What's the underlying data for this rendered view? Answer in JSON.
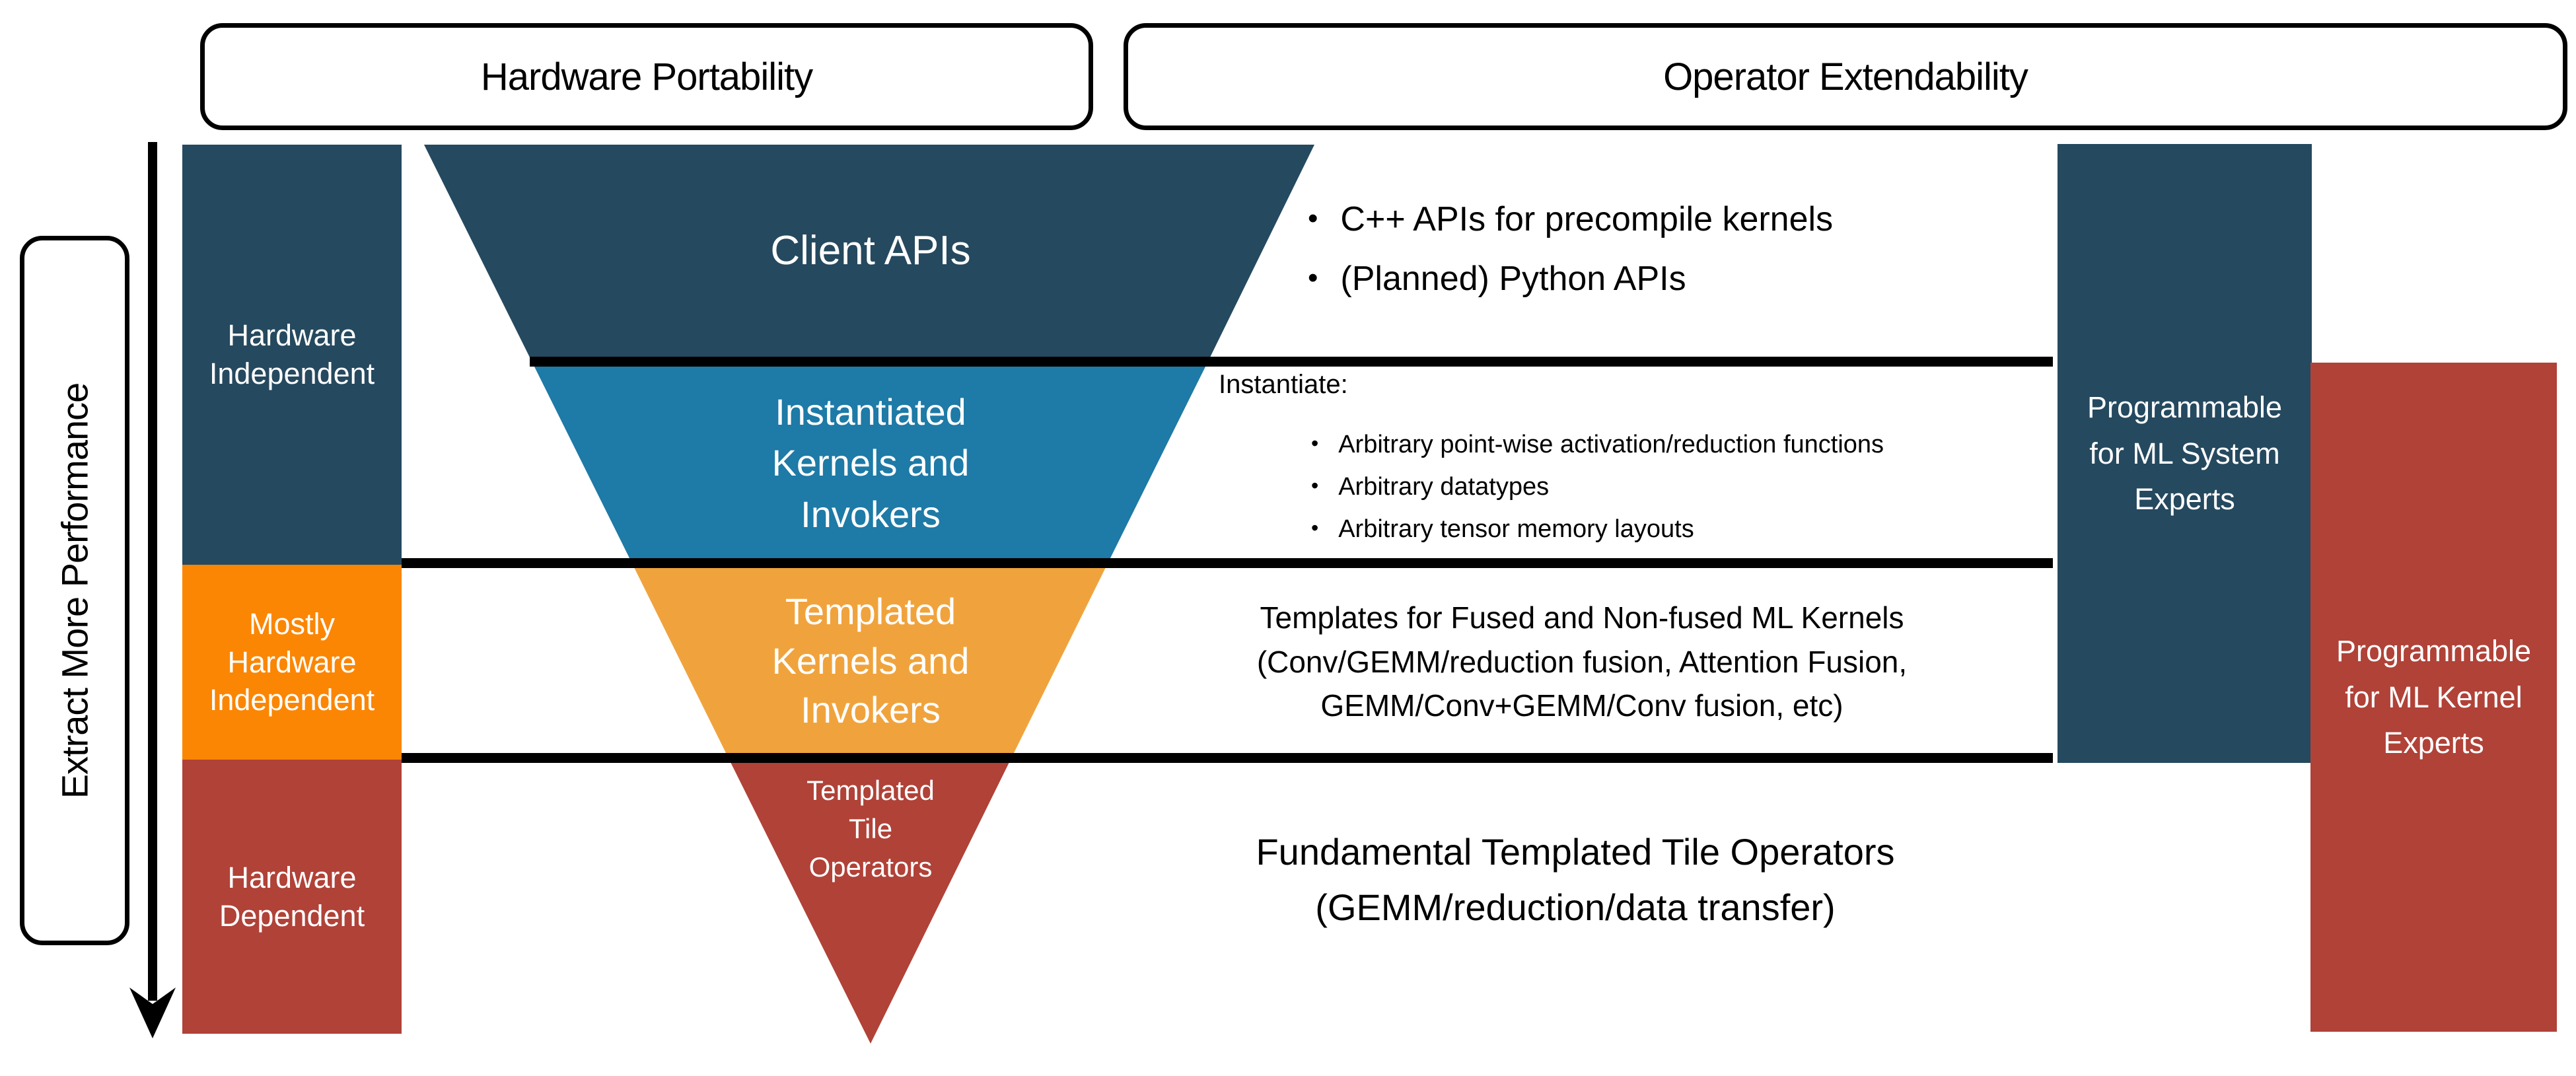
{
  "headers": {
    "hardware_portability": "Hardware Portability",
    "operator_extendability": "Operator Extendability"
  },
  "performance_axis": {
    "label": "Extract More Performance"
  },
  "left_column": {
    "hardware_independent": [
      "Hardware",
      "Independent"
    ],
    "mostly_hardware_independent": [
      "Mostly",
      "Hardware",
      "Independent"
    ],
    "hardware_dependent": [
      "Hardware",
      "Dependent"
    ]
  },
  "funnel": {
    "client_apis": "Client APIs",
    "instantiated_kernels": [
      "Instantiated",
      "Kernels and",
      "Invokers"
    ],
    "templated_kernels": [
      "Templated",
      "Kernels and",
      "Invokers"
    ],
    "templated_tile_operators": [
      "Templated",
      "Tile",
      "Operators"
    ]
  },
  "annotations": {
    "client_api_bullets": [
      "C++ APIs for precompile kernels",
      "(Planned) Python APIs"
    ],
    "instantiate_heading": "Instantiate:",
    "instantiate_bullets": [
      "Arbitrary point-wise activation/reduction functions",
      "Arbitrary datatypes",
      "Arbitrary tensor memory layouts"
    ],
    "templates": [
      "Templates for Fused and Non-fused ML Kernels",
      "(Conv/GEMM/reduction fusion, Attention Fusion,",
      "GEMM/Conv+GEMM/Conv fusion, etc)"
    ],
    "fundamental": [
      "Fundamental Templated Tile Operators",
      "(GEMM/reduction/data transfer)"
    ]
  },
  "right_column": {
    "ml_system_experts": [
      "Programmable",
      "for ML System",
      "Experts"
    ],
    "ml_kernel_experts": [
      "Programmable",
      "for ML Kernel",
      "Experts"
    ]
  },
  "icons": {
    "bullet": "•"
  },
  "colors": {
    "navy": "#25495F",
    "teal": "#1E7AA6",
    "amber": "#F0A33C",
    "orange": "#FB8604",
    "red": "#B04238",
    "line": "#000000"
  }
}
